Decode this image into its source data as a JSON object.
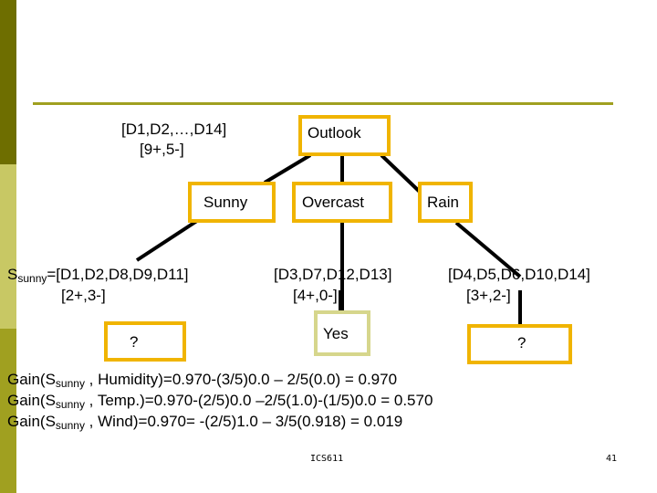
{
  "colors": {
    "accent_dark": "#6e6e00",
    "accent_light": "#c8c864",
    "accent_mid": "#a0a020",
    "node_border": "#f0b400",
    "yes_border": "#d6d68c"
  },
  "root": {
    "set_line1": "[D1,D2,…,D14]",
    "set_line2": "[9+,5-]",
    "attribute": "Outlook"
  },
  "branches": {
    "sunny": "Sunny",
    "overcast": "Overcast",
    "rain": "Rain"
  },
  "left_child": {
    "s_symbol": "S",
    "s_subscript": "sunny",
    "set_line1": "=[D1,D2,D8,D9,D11]",
    "set_line2": "[2+,3-]",
    "node": "?"
  },
  "middle_child": {
    "set_line1": "[D3,D7,D12,D13]",
    "set_line2": "[4+,0-]",
    "node": "Yes"
  },
  "right_child": {
    "set_line1": "[D4,D5,D6,D10,D14]",
    "set_line2": "[3+,2-]",
    "node": "?"
  },
  "gains": [
    {
      "prefix": "Gain(S",
      "subscript": "sunny",
      "text": " , Humidity)=0.970-(3/5)0.0 – 2/5(0.0) = 0.970"
    },
    {
      "prefix": "Gain(S",
      "subscript": "sunny",
      "text": " , Temp.)=0.970-(2/5)0.0 –2/5(1.0)-(1/5)0.0 = 0.570"
    },
    {
      "prefix": "Gain(S",
      "subscript": "sunny",
      "text": " , Wind)=0.970= -(2/5)1.0 – 3/5(0.918) = 0.019"
    }
  ],
  "footer": {
    "course": "ICS611",
    "page": "41"
  }
}
